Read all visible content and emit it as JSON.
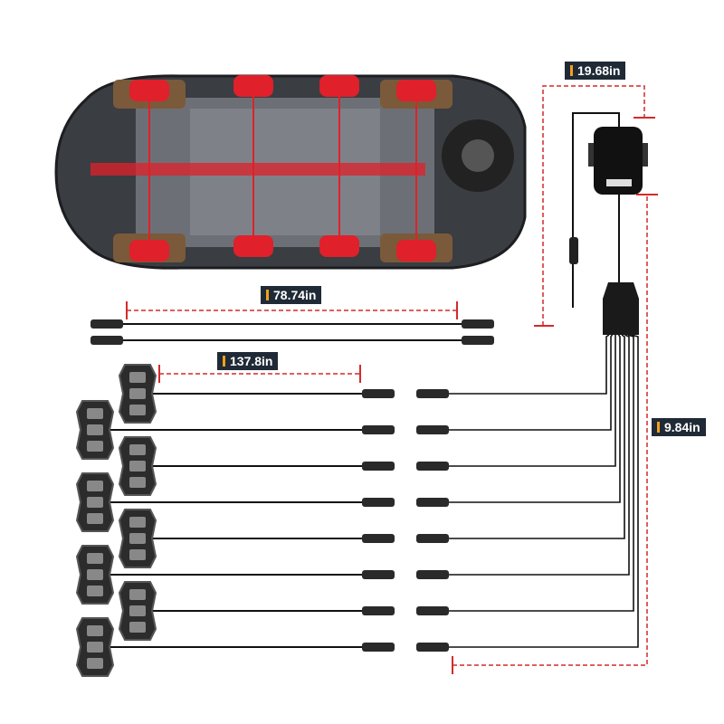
{
  "dimensions": {
    "controller_cable": "19.68in",
    "extension_cable": "78.74in",
    "pod_cable": "137.8in",
    "splitter_cable": "9.84in"
  },
  "components": {
    "pod_count": 8,
    "extension_cable_count": 2,
    "splitter_outputs": 8
  },
  "colors": {
    "dimension_line": "#d42a2a",
    "label_bg": "#1f2a36",
    "label_accent": "#f0a020",
    "light_red": "#e0202a",
    "car_body": "#3a3d42"
  }
}
